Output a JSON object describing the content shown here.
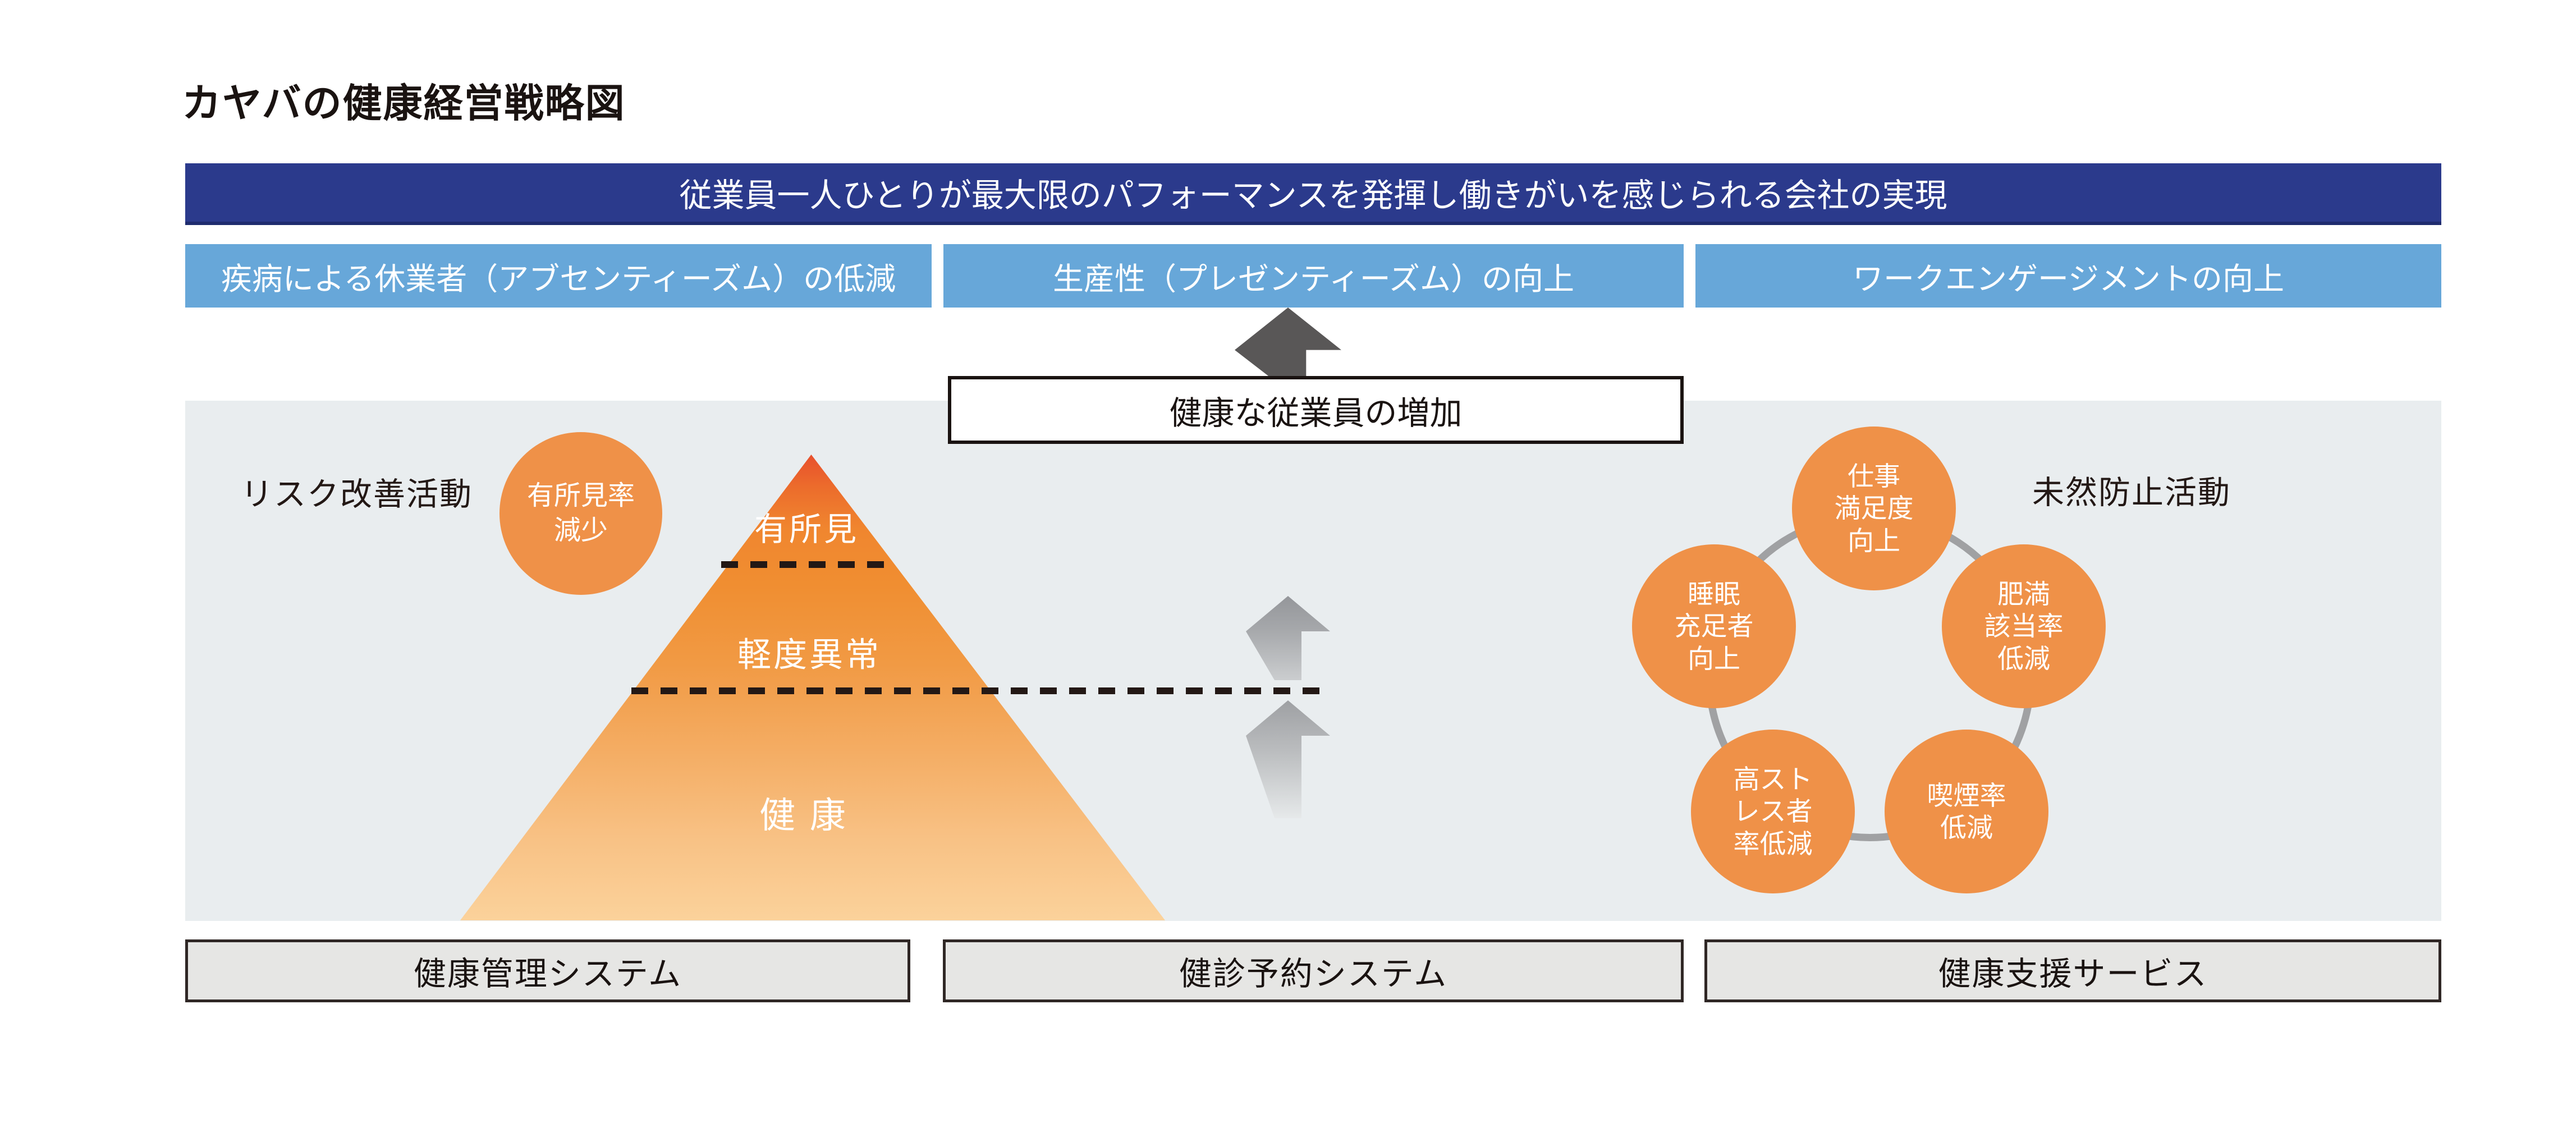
{
  "title": "カヤバの健康経営戦略図",
  "vision_banner": {
    "label": "従業員一人ひとりが最大限のパフォーマンスを発揮し働きがいを感じられる会社の実現"
  },
  "outcome_banners": [
    {
      "label": "疾病による休業者（アブセンティーズム）の低減"
    },
    {
      "label": "生産性（プレゼンティーズム）の向上"
    },
    {
      "label": "ワークエンゲージメントの向上"
    }
  ],
  "healthy_employees_box": {
    "label": "健康な従業員の増加"
  },
  "risk_improvement": {
    "section_label": "リスク改善活動",
    "badge_label": "有所見率\n減少",
    "pyramid_levels": [
      {
        "label": "有所見"
      },
      {
        "label": "軽度異常"
      },
      {
        "label": "健 康"
      }
    ]
  },
  "prevention": {
    "section_label": "未然防止活動",
    "goals": [
      {
        "label": "仕事\n満足度\n向上"
      },
      {
        "label": "睡眠\n充足者\n向上"
      },
      {
        "label": "肥満\n該当率\n低減"
      },
      {
        "label": "高スト\nレス者\n率低減"
      },
      {
        "label": "喫煙率\n低減"
      }
    ]
  },
  "systems": [
    {
      "label": "健康管理システム"
    },
    {
      "label": "健診予約システム"
    },
    {
      "label": "健康支援サービス"
    }
  ],
  "icons": {
    "large_up_arrow": "up-arrow",
    "small_up_arrows": "up-arrow-fading"
  },
  "colors": {
    "vision_bg": "#2B3A8C",
    "outcome_bg": "#67A7D9",
    "panel_bg": "#E9EDEF",
    "accent_orange": "#EF9148",
    "pyramid_top": "#E8502D",
    "pyramid_bottom": "#FBD29B",
    "arrow_dark": "#595757",
    "arrow_gray": "#A6A8AB",
    "ring_gray": "#A0A1A3",
    "system_box_bg": "#E6E6E4",
    "border_dark": "#2F2725",
    "text_dark": "#1A1311"
  }
}
